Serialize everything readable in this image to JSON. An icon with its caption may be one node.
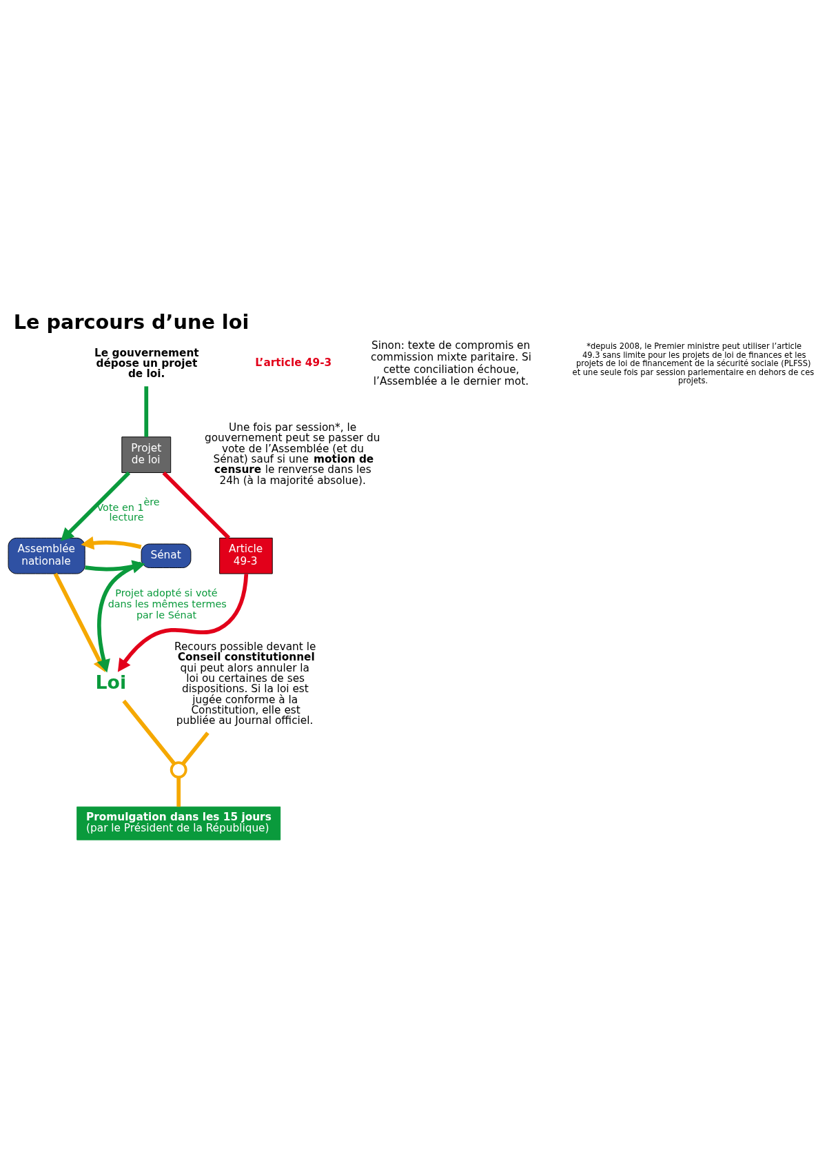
{
  "diagram": {
    "title": "Le parcours d’une loi",
    "nodes": [
      {
        "text": [
          "Le gouvernement dépose un projet de loi."
        ]
      },
      {
        "text": [
          "Projet de loi"
        ]
      },
      {
        "text": [
          "Assemblée nationale"
        ]
      },
      {
        "text": [
          "Sénat"
        ]
      },
      {
        "text": [
          "Article 49-3"
        ]
      },
      {
        "text": [
          "Loi"
        ]
      },
      {
        "text": [
          "Promulgation dans les 15 jours",
          "(par le Président de la République)"
        ]
      },
      {
        "text": [],
        "shape": "circle"
      },
      {
        "text": [
          "Recours possible devant le **Conseil constitutionnel** qui peut alors annuler la loi ou certaines de ses dispositions. Si la loi est jugée conforme à la Constitution, elle est publiée au Journal officiel."
        ]
      }
    ],
    "edges": [
      {
        "from": 0,
        "to": 1,
        "arrow": "none",
        "color": "#0a9a3c"
      },
      {
        "from": 1,
        "to": 2,
        "arrow": "to",
        "label": "Vote en 1$^{ère}$ lecture",
        "color": "#0a9a3c"
      },
      {
        "from": 2,
        "to": 3,
        "arrow": "to",
        "color": "#0a9a3c"
      },
      {
        "from": 3,
        "to": 5,
        "arrow": "to",
        "label": "Projet adopté si voté dans les mêmes termes par le Sénat",
        "color": "#0a9a3c"
      },
      {
        "from": 3,
        "to": 2,
        "arrow": "to",
        "color": "#f5a800"
      },
      {
        "from": 2,
        "to": 5,
        "arrow": "to",
        "color": "#f5a800"
      },
      {
        "from": 1,
        "to": 4,
        "arrow": "none",
        "color": "#e2001a"
      },
      {
        "from": 4,
        "to": 5,
        "arrow": "to",
        "color": "#e2001a"
      },
      {
        "from": 5,
        "to": 7,
        "arrow": "none",
        "color": "#f5a800"
      },
      {
        "from": 8,
        "to": 7,
        "arrow": "none",
        "color": "#f5a800"
      },
      {
        "from": 7,
        "to": 6,
        "arrow": "none",
        "color": "#f5a800"
      }
    ],
    "labels": [
      "L’article 49-3",
      "Une fois par session*, le gouvernement peut se passer du vote de l’Assemblée (et du Sénat) sauf si une **motion de censure** le renverse dans les 24h (à la majorité absolue).",
      "Sinon: texte de compromis en commission mixte paritaire. Si cette conciliation échoue, l’Assemblée a le dernier mot.",
      "*depuis 2008, le Premier ministre peut utiliser l’article 49.3 sans limite pour les projets de loi de finances et les projets de loi de financement de la sécurité sociale (PLFSS) et une seule fois par session parlementaire en dehors de ces projets."
    ]
  }
}
